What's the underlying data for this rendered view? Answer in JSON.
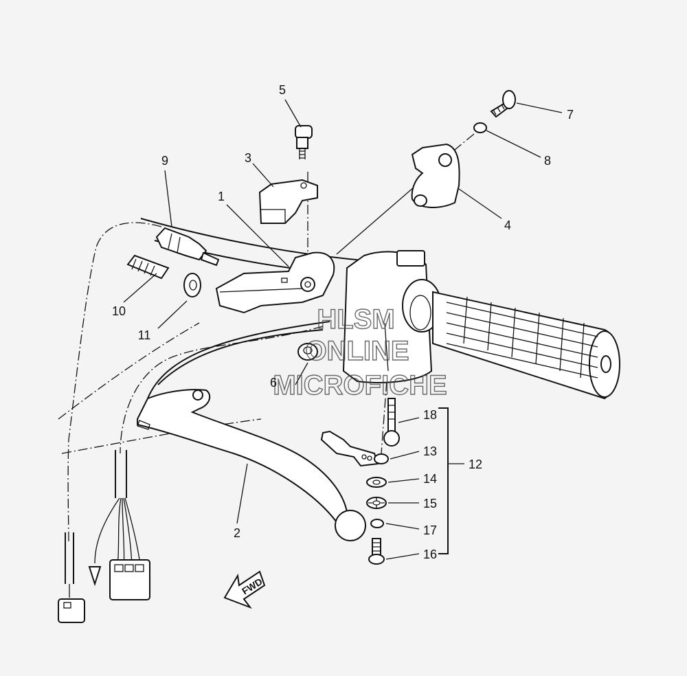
{
  "diagram": {
    "callouts": [
      {
        "id": "c1",
        "label": "1"
      },
      {
        "id": "c2",
        "label": "2"
      },
      {
        "id": "c3",
        "label": "3"
      },
      {
        "id": "c4",
        "label": "4"
      },
      {
        "id": "c5",
        "label": "5"
      },
      {
        "id": "c6",
        "label": "6"
      },
      {
        "id": "c7",
        "label": "7"
      },
      {
        "id": "c8",
        "label": "8"
      },
      {
        "id": "c9",
        "label": "9"
      },
      {
        "id": "c10",
        "label": "10"
      },
      {
        "id": "c11",
        "label": "11"
      },
      {
        "id": "c12",
        "label": "12"
      },
      {
        "id": "c13",
        "label": "13"
      },
      {
        "id": "c14",
        "label": "14"
      },
      {
        "id": "c15",
        "label": "15"
      },
      {
        "id": "c16",
        "label": "16"
      },
      {
        "id": "c17",
        "label": "17"
      },
      {
        "id": "c18",
        "label": "18"
      }
    ],
    "direction_arrow": "FWD",
    "watermark": [
      "HLSM",
      "ONLINE",
      "MICROFICHE"
    ]
  }
}
